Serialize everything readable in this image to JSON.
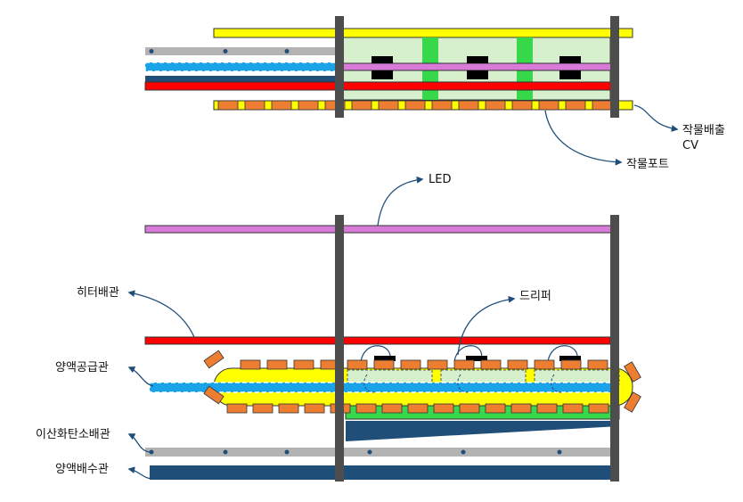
{
  "labels": {
    "crop_port": "작물포트",
    "crop_discharge_cv_line1": "작물배출",
    "crop_discharge_cv_line2": "CV",
    "led": "LED",
    "heater_pipe": "히터배관",
    "dripper": "드리퍼",
    "nutrient_supply_pipe": "양액공급관",
    "co2_pipe": "이산화탄소배관",
    "nutrient_drain_pipe": "양액배수관"
  },
  "colors": {
    "yellow": "#ffff00",
    "magenta": "#d77ad8",
    "red": "#ff0000",
    "blue": "#1aa3e8",
    "gray": "#b3b3b3",
    "green": "#38d84c",
    "light_green": "#d6f0cd",
    "orange": "#ed7d31",
    "post": "#4d4d4d",
    "navy": "#1f4e79",
    "arrow": "#1f4e79"
  }
}
